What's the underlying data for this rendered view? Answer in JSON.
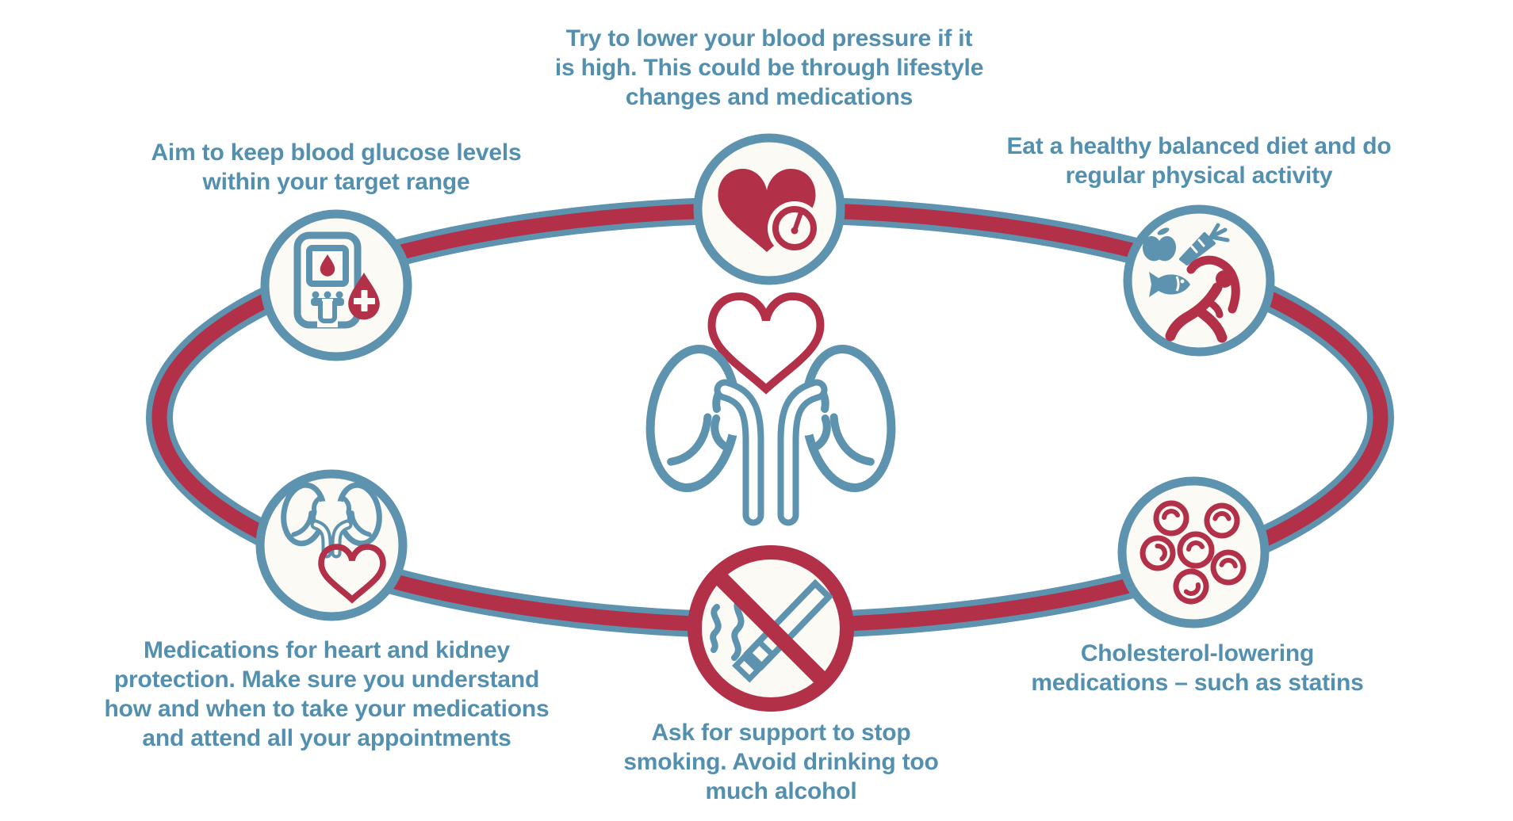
{
  "palette": {
    "text_blue": "#5390b0",
    "icon_blue": "#5d93ae",
    "red": "#b33049",
    "circle_fill": "#fbfaf5",
    "background": "#ffffff"
  },
  "center_graphic": {
    "icon": "kidneys-and-heart-icon"
  },
  "nodes": [
    {
      "id": "blood-pressure",
      "icon": "heart-blood-pressure-gauge-icon",
      "label": "Try to lower your blood pressure if it\nis high. This could be through lifestyle\nchanges and medications"
    },
    {
      "id": "blood-glucose",
      "icon": "glucose-meter-icon",
      "label": "Aim to keep blood glucose levels\nwithin your target range"
    },
    {
      "id": "diet-activity",
      "icon": "healthy-food-exercise-icon",
      "label": "Eat a healthy balanced diet and do\nregular physical activity"
    },
    {
      "id": "medications",
      "icon": "kidneys-heart-icon",
      "label": "Medications for heart and kidney\nprotection. Make sure you understand\nhow and when to take your medications\nand attend all your appointments"
    },
    {
      "id": "smoking-alcohol",
      "icon": "no-smoking-icon",
      "label": "Ask for support to stop\nsmoking. Avoid drinking too\nmuch alcohol"
    },
    {
      "id": "cholesterol",
      "icon": "blood-cells-icon",
      "label": "Cholesterol-lowering\nmedications – such as statins"
    }
  ]
}
